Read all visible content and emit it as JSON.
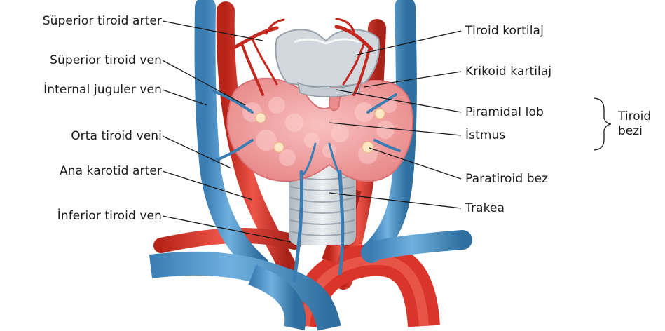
{
  "labels_left": [
    "Süperior tiroid arter",
    "Süperior tiroid ven",
    "İnternal juguler ven",
    "Orta tiroid veni",
    "Ana karotid arter",
    "İnferior tiroid ven"
  ],
  "labels_right": [
    "Tiroid kortilaj",
    "Krikoid kartilaj",
    "Piramidal lob",
    "İstmus",
    "Paratiroid bez",
    "Trakea"
  ],
  "gland_group": {
    "line1": "Tiroid",
    "line2": "bezi"
  },
  "colors": {
    "vein": "#4a8fc4",
    "vein_dark": "#2f6f9f",
    "artery": "#d9352b",
    "artery_dark": "#a82219",
    "thyroid": "#f2a6a6",
    "thyroid_dark": "#e37e80",
    "cartilage": "#d9dde2",
    "trachea": "#cfd6dc"
  }
}
